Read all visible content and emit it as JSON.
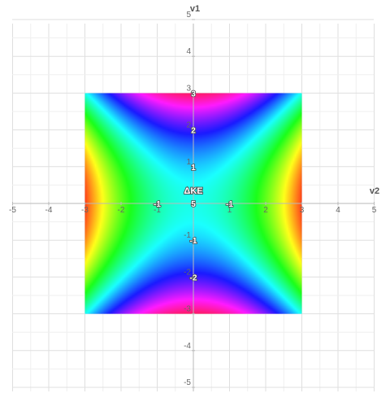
{
  "chart_data": {
    "type": "heatmap",
    "title": "ΔKE",
    "xlabel": "v2",
    "ylabel": "v1",
    "xlim": [
      -5,
      5
    ],
    "ylim": [
      -5,
      5
    ],
    "domain": {
      "x": [
        -3,
        3
      ],
      "y": [
        -3,
        3
      ]
    },
    "function": "v2^2 - v1^2",
    "x_ticks": [
      -5,
      -4,
      -3,
      -2,
      -1,
      1,
      2,
      3,
      4,
      5
    ],
    "y_ticks": [
      5,
      4,
      3,
      2,
      1,
      -1,
      -2,
      -3,
      -4,
      -5
    ],
    "grid": true,
    "colormap": "rainbow",
    "contour_labels": [
      {
        "text": "3",
        "x": 0,
        "y": 3
      },
      {
        "text": "2",
        "x": 0,
        "y": 2
      },
      {
        "text": "1",
        "x": 0,
        "y": 1
      },
      {
        "text": "5",
        "x": 0,
        "y": 0
      },
      {
        "text": "-1",
        "x": 0,
        "y": -1
      },
      {
        "text": "-2",
        "x": 0,
        "y": -2
      },
      {
        "text": "-1",
        "x": -1,
        "y": 0
      },
      {
        "text": "-1",
        "x": 1,
        "y": 0
      }
    ]
  }
}
